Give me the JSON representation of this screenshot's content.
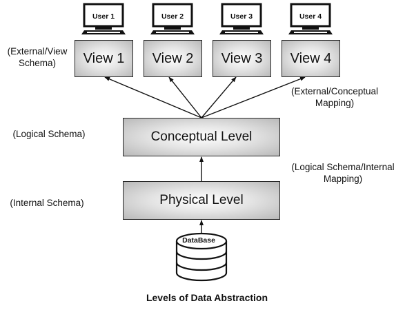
{
  "diagram": {
    "title": "Levels of Data Abstraction",
    "users": [
      {
        "label": "User 1",
        "icon": "computer-monitor-icon"
      },
      {
        "label": "User 2",
        "icon": "computer-monitor-icon"
      },
      {
        "label": "User 3",
        "icon": "computer-monitor-icon"
      },
      {
        "label": "User 4",
        "icon": "computer-monitor-icon"
      }
    ],
    "views": [
      "View 1",
      "View 2",
      "View 3",
      "View 4"
    ],
    "conceptual_level": "Conceptual Level",
    "physical_level": "Physical Level",
    "database": {
      "label": "DataBase",
      "icon": "database-cylinder-icon"
    },
    "annotations": {
      "external_view_schema": [
        "(External/View",
        "Schema)"
      ],
      "external_conceptual_mapping": [
        "(External/Conceptual",
        "Mapping)"
      ],
      "logical_schema": "(Logical Schema)",
      "logical_internal_mapping": [
        "(Logical Schema/Internal",
        "Mapping)"
      ],
      "internal_schema": "(Internal Schema)"
    },
    "edges": [
      {
        "from": "Conceptual Level",
        "to": "View 1"
      },
      {
        "from": "Conceptual Level",
        "to": "View 2"
      },
      {
        "from": "Conceptual Level",
        "to": "View 3"
      },
      {
        "from": "Conceptual Level",
        "to": "View 4"
      },
      {
        "from": "Physical Level",
        "to": "Conceptual Level"
      },
      {
        "from": "DataBase",
        "to": "Physical Level"
      }
    ]
  }
}
